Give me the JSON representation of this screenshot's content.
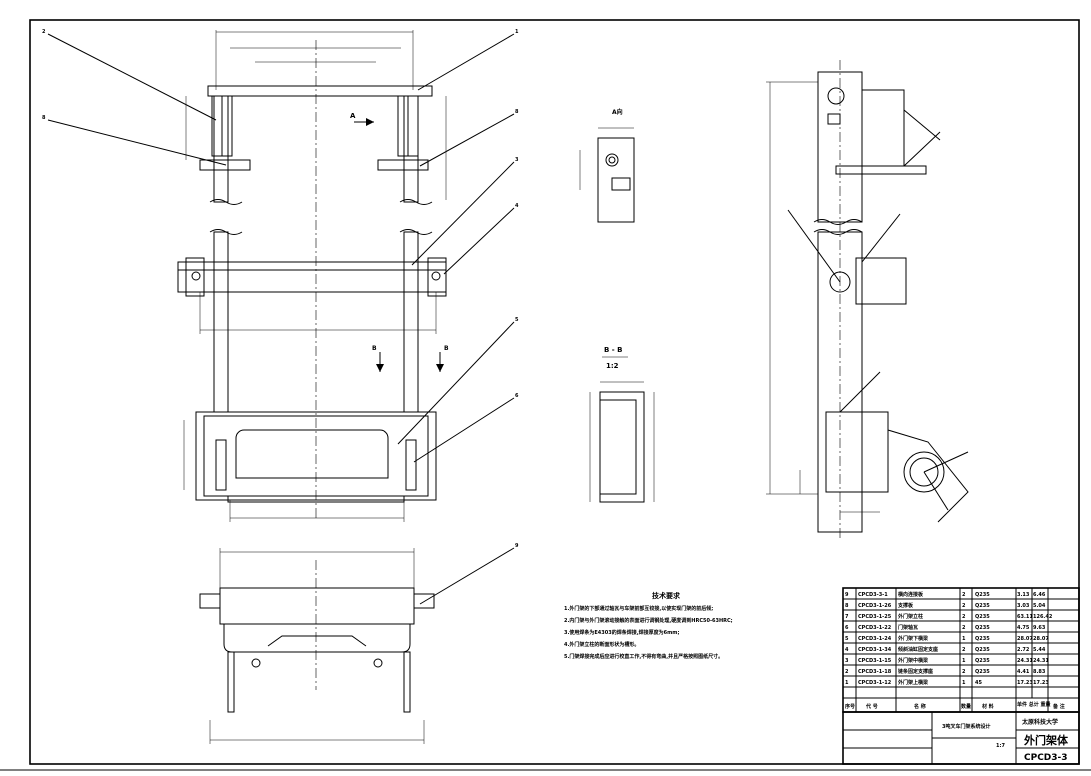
{
  "views": {
    "a_view": "A向",
    "section_bb": "B - B",
    "section_scale": "1:2",
    "arrow_a": "A",
    "arrow_b": "B"
  },
  "balloons": {
    "front_left_top": "2",
    "front_left_mid": "8",
    "front_right_1": "1",
    "front_right_2": "8",
    "front_right_3": "3",
    "front_right_4": "4",
    "front_right_5": "5",
    "front_right_6": "6",
    "bottom_right": "9"
  },
  "notes": {
    "heading": "技术要求",
    "lines": [
      "1.外门架的下部通过轴瓦与车架前部互铰接,以使实现门架的前后倾;",
      "2.内门架与外门架滚动接触的表面进行调钢处理,硬度调到HRC50-63HRC;",
      "3.使用焊条为E4303的焊条焊接,焊接厚度为6mm;",
      "4.外门架立柱的断面形状为槽形。",
      "5.门架焊接完成后应进行校直工作,不得有弯曲,并且严格按照图纸尺寸。"
    ]
  },
  "bom": {
    "rows": [
      [
        "9",
        "CPCD3-3-1",
        "横向连接板",
        "2",
        "Q235",
        "3.13",
        "6.46",
        ""
      ],
      [
        "8",
        "CPCD3-1-26",
        "支撑板",
        "2",
        "Q235",
        "3.03",
        "5.04",
        ""
      ],
      [
        "7",
        "CPCD3-1-25",
        "外门架立柱",
        "2",
        "Q235",
        "63.11",
        "126.42",
        ""
      ],
      [
        "6",
        "CPCD3-1-22",
        "门架轴瓦",
        "2",
        "Q235",
        "4.75",
        "9.63",
        ""
      ],
      [
        "5",
        "CPCD3-1-24",
        "外门架下横梁",
        "1",
        "Q235",
        "28.07",
        "28.07",
        ""
      ],
      [
        "4",
        "CPCD3-1-34",
        "倾斜油缸固定支座",
        "2",
        "Q235",
        "2.72",
        "5.44",
        ""
      ],
      [
        "3",
        "CPCD3-1-15",
        "外门架中横梁",
        "1",
        "Q235",
        "24.31",
        "24.31",
        ""
      ],
      [
        "2",
        "CPCD3-1-18",
        "链条固定支撑座",
        "2",
        "Q235",
        "4.41",
        "8.83",
        ""
      ],
      [
        "1",
        "CPCD3-1-12",
        "外门架上横梁",
        "1",
        "45",
        "17.23",
        "17.23",
        ""
      ]
    ],
    "header": [
      "序号",
      "代 号",
      "名 称",
      "数量",
      "材 料",
      "单件 总计 重量",
      "备 注"
    ]
  },
  "title_block": {
    "university": "太原科技大学",
    "project": "3吨叉车门架系统设计",
    "drawing_name": "外门架体",
    "drawing_code": "CPCD3-3",
    "scale": "1:7"
  }
}
